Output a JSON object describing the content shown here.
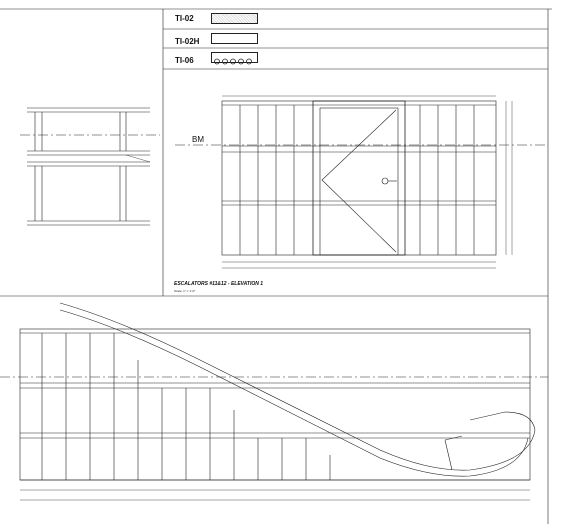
{
  "legend": {
    "items": [
      {
        "code": "TI-02",
        "pattern": "fine-dot"
      },
      {
        "code": "TI-02H",
        "pattern": "plain"
      },
      {
        "code": "TI-06",
        "pattern": "circles"
      }
    ]
  },
  "elevation": {
    "benchmark": "BM",
    "title": "ESCALATORS #11&12 - ELEVATION 1",
    "scale": "Scale: 1\" = 1'-0\""
  }
}
